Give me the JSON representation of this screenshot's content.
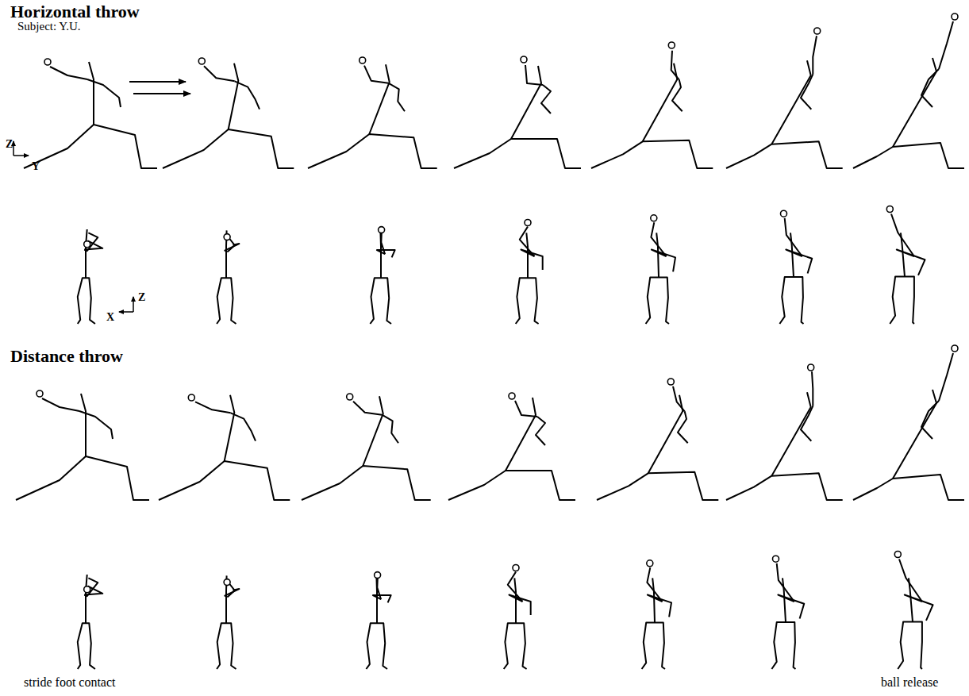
{
  "diagram": {
    "labels": [
      "Horizontal throw",
      "Subject: Y.U.",
      "Z",
      "Y",
      "Z",
      "X",
      "Distance throw",
      "stride foot contact",
      "ball release"
    ]
  }
}
